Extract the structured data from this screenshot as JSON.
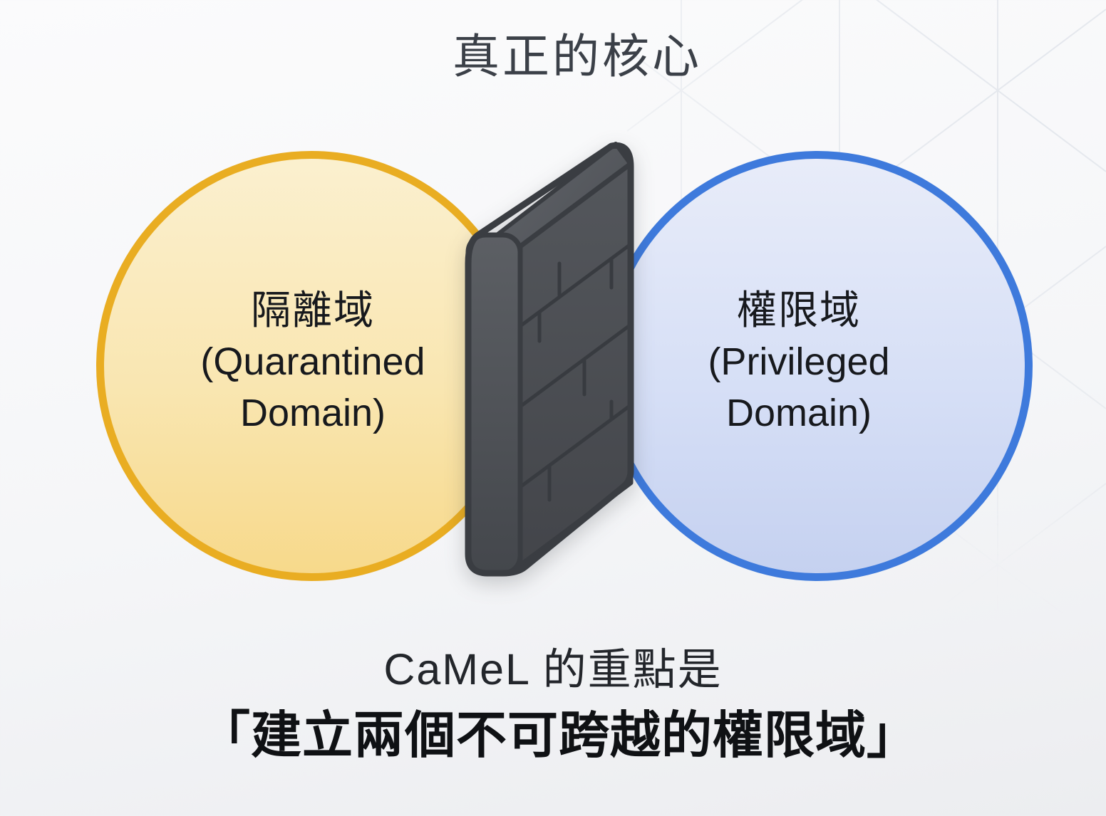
{
  "title": "真正的核心",
  "diagram": {
    "left_circle": {
      "label_zh": "隔離域",
      "label_en_1": "(Quarantined",
      "label_en_2": "Domain)"
    },
    "right_circle": {
      "label_zh": "權限域",
      "label_en_1": "(Privileged",
      "label_en_2": "Domain)"
    },
    "wall_icon": "brick-wall-icon"
  },
  "caption": {
    "line1": "CaMeL 的重點是",
    "line2": "「建立兩個不可跨越的權限域」"
  },
  "colors": {
    "background_top": "#FBFBFC",
    "background_bottom": "#ECEDF0",
    "title_text": "#3B4048",
    "circle_text": "#17191D",
    "caption_text": "#23262B",
    "caption_bold_text": "#0F1114",
    "yellow_border": "#E9AD22",
    "yellow_fill_top": "#FBF0CF",
    "yellow_fill_bottom": "#F7D98B",
    "blue_border": "#3E7ADC",
    "blue_fill_top": "#E8ECF9",
    "blue_fill_bottom": "#C5D1F0",
    "wall_outline": "#3A3D42",
    "wall_front": "#4A4D52",
    "wall_side": "#53565B",
    "wall_top": "#5A5E64",
    "grid_line": "#E1E5EB"
  }
}
